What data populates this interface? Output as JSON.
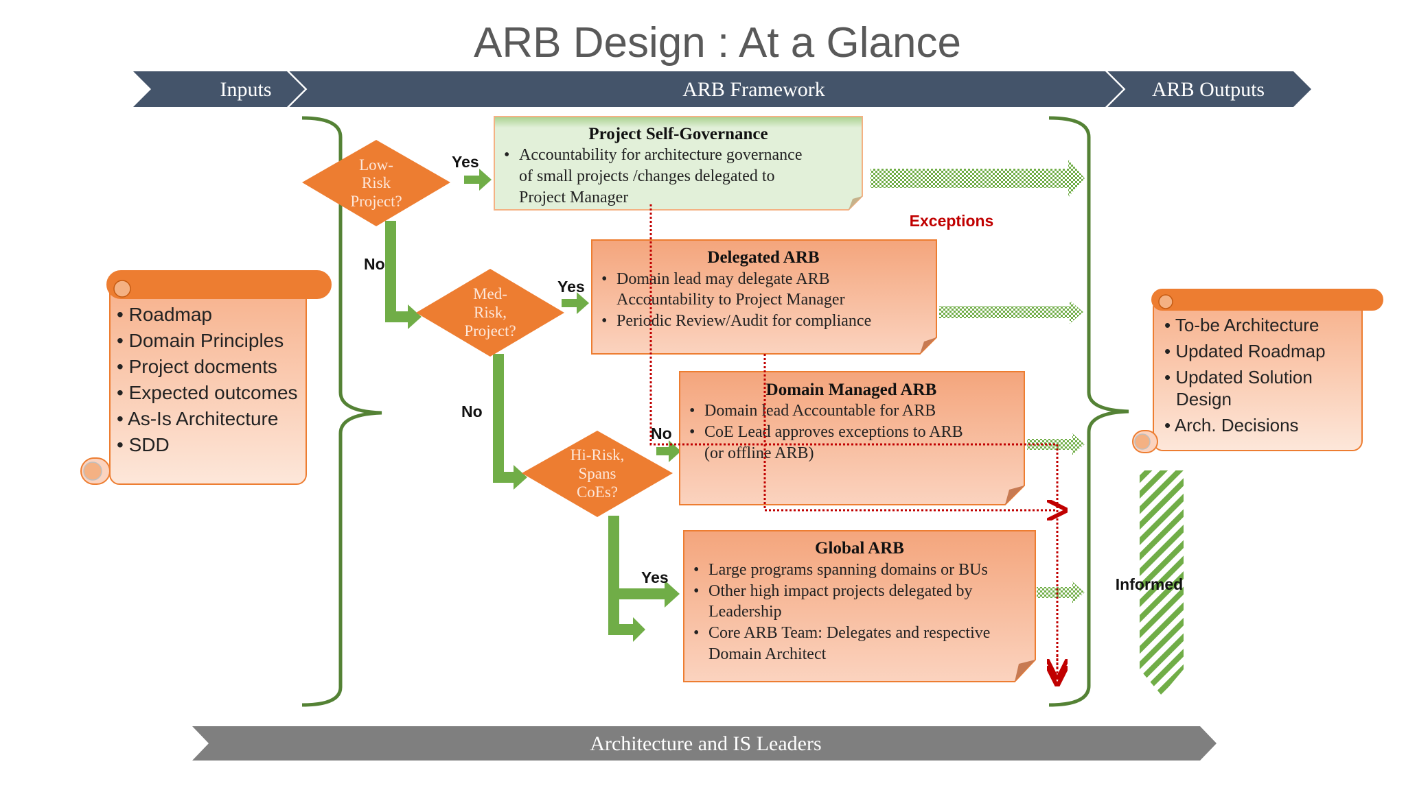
{
  "title": "ARB Design : At a Glance",
  "banner": {
    "inputs": "Inputs",
    "framework": "ARB Framework",
    "outputs": "ARB Outputs"
  },
  "footer": "Architecture and IS Leaders",
  "inputs_scroll": [
    "Roadmap",
    "Domain Principles",
    "Project docments",
    "Expected outcomes",
    "As-Is Architecture",
    "SDD"
  ],
  "outputs_scroll": [
    "To-be Architecture",
    "Updated Roadmap",
    "Updated Solution",
    "Design",
    "Arch. Decisions"
  ],
  "decisions": {
    "low": [
      "Low-",
      "Risk",
      "Project?"
    ],
    "med": [
      "Med-",
      "Risk,",
      "Project?"
    ],
    "hi": [
      "Hi-Risk,",
      "Spans",
      "CoEs?"
    ]
  },
  "edge_labels": {
    "yes1": "Yes",
    "no1": "No",
    "yes2": "Yes",
    "no2": "No",
    "no3": "No",
    "yes3": "Yes"
  },
  "exceptions_label": "Exceptions",
  "informed_label": "Informed",
  "boxes": {
    "self_gov": {
      "title": "Project Self-Governance",
      "lines": [
        "Accountability for architecture governance",
        "of small projects /changes delegated to",
        "Project Manager"
      ]
    },
    "delegated": {
      "title": "Delegated ARB",
      "lines": [
        "Domain lead  may delegate ARB",
        "Accountability to Project Manager",
        "Periodic Review/Audit for compliance"
      ]
    },
    "domain": {
      "title": "Domain  Managed ARB",
      "lines": [
        "Domain lead Accountable for ARB",
        "CoE Lead approves exceptions to ARB",
        "(or offline ARB)"
      ]
    },
    "global": {
      "title": "Global ARB",
      "lines": [
        "Large programs spanning domains or BUs",
        "Other high impact projects delegated by",
        "Leadership",
        "Core ARB Team: Delegates and respective",
        "Domain Architect"
      ]
    }
  },
  "colors": {
    "banner": "#44546a",
    "footer": "#7f7f7f",
    "orange": "#ed7d31",
    "green": "#70ad47",
    "dark_green": "#548235",
    "red": "#c00000"
  }
}
